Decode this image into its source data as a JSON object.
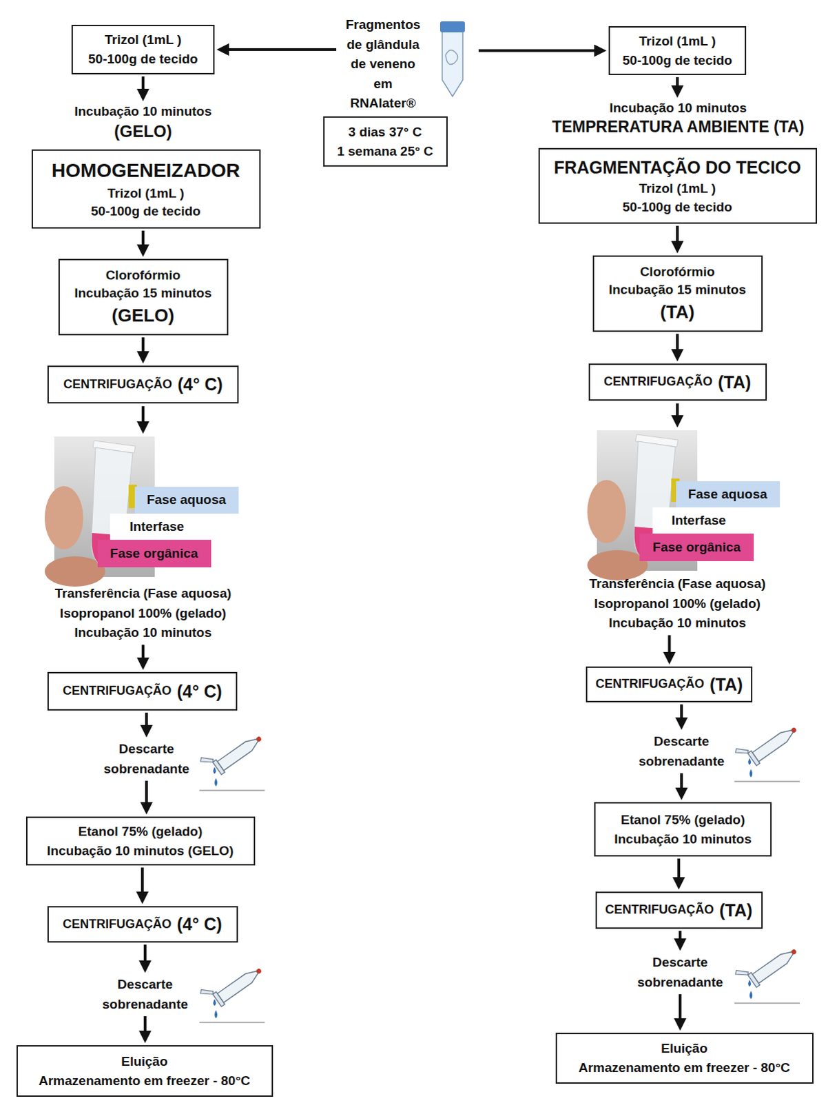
{
  "diagram": {
    "nodes": [
      {
        "text": [
          "Fragmentos de glândula de veneno em RNAlater®"
        ]
      },
      {
        "text": [
          "3 dias 37° C",
          "1 semana 25° C"
        ]
      },
      {
        "text": [
          "Trizol (1mL )",
          "50-100g de tecido"
        ]
      },
      {
        "text": [
          "Incubação 10 minutos",
          "(GELO)"
        ]
      },
      {
        "text": [
          "HOMOGENEIZADOR",
          "Trizol (1mL )",
          "50-100g de tecido"
        ]
      },
      {
        "text": [
          "Clorofórmio",
          "Incubação 15 minutos",
          "(GELO)"
        ]
      },
      {
        "text": [
          "CENTRIFUGAÇÃO",
          "(4° C)"
        ]
      },
      {
        "text": [
          "Fase aquosa"
        ]
      },
      {
        "text": [
          "Interfase"
        ]
      },
      {
        "text": [
          "Fase orgânica"
        ]
      },
      {
        "text": [
          "Transferência (Fase aquosa)",
          "Isopropanol 100% (gelado)",
          "Incubação 10 minutos"
        ]
      },
      {
        "text": [
          "CENTRIFUGAÇÃO",
          "(4° C)"
        ]
      },
      {
        "text": [
          "Descarte sobrenadante"
        ]
      },
      {
        "text": [
          "Etanol 75% (gelado)",
          "Incubação 10 minutos (GELO)"
        ]
      },
      {
        "text": [
          "CENTRIFUGAÇÃO",
          "(4° C)"
        ]
      },
      {
        "text": [
          "Descarte sobrenadante"
        ]
      },
      {
        "text": [
          "Eluição",
          "Armazenamento em freezer - 80°C"
        ]
      },
      {
        "text": [
          "Trizol (1mL )",
          "50-100g de tecido"
        ]
      },
      {
        "text": [
          "Incubação 10 minutos",
          "TEMPRERATURA AMBIENTE (TA)"
        ]
      },
      {
        "text": [
          "FRAGMENTAÇÃO DO TECICO",
          "Trizol (1mL )",
          "50-100g de tecido"
        ]
      },
      {
        "text": [
          "Clorofórmio",
          "Incubação 15 minutos",
          "(TA)"
        ]
      },
      {
        "text": [
          "CENTRIFUGAÇÃO",
          "(TA)"
        ]
      },
      {
        "text": [
          "Fase aquosa"
        ]
      },
      {
        "text": [
          "Interfase"
        ]
      },
      {
        "text": [
          "Fase orgânica"
        ]
      },
      {
        "text": [
          "Transferência (Fase aquosa)",
          "Isopropanol 100% (gelado)",
          "Incubação 10 minutos"
        ]
      },
      {
        "text": [
          "CENTRIFUGAÇÃO",
          "(TA)"
        ]
      },
      {
        "text": [
          "Descarte sobrenadante"
        ]
      },
      {
        "text": [
          "Etanol 75% (gelado)",
          "Incubação 10 minutos"
        ]
      },
      {
        "text": [
          "CENTRIFUGAÇÃO",
          "(TA)"
        ]
      },
      {
        "text": [
          "Descarte sobrenadante"
        ]
      },
      {
        "text": [
          "Eluição",
          "Armazenamento em freezer - 80°C"
        ]
      }
    ],
    "edges": [
      {
        "from": 0,
        "to": 2,
        "arrow": "to"
      },
      {
        "from": 0,
        "to": 17,
        "arrow": "to"
      },
      {
        "from": 2,
        "to": 3,
        "arrow": "to"
      },
      {
        "from": 4,
        "to": 5,
        "arrow": "to"
      },
      {
        "from": 5,
        "to": 6,
        "arrow": "to"
      },
      {
        "from": 10,
        "to": 11,
        "arrow": "to"
      },
      {
        "from": 11,
        "to": 12,
        "arrow": "to"
      },
      {
        "from": 12,
        "to": 13,
        "arrow": "to"
      },
      {
        "from": 13,
        "to": 14,
        "arrow": "to"
      },
      {
        "from": 14,
        "to": 15,
        "arrow": "to"
      },
      {
        "from": 15,
        "to": 16,
        "arrow": "to"
      },
      {
        "from": 17,
        "to": 18,
        "arrow": "to"
      },
      {
        "from": 19,
        "to": 20,
        "arrow": "to"
      },
      {
        "from": 20,
        "to": 21,
        "arrow": "to"
      },
      {
        "from": 25,
        "to": 26,
        "arrow": "to"
      },
      {
        "from": 26,
        "to": 27,
        "arrow": "to"
      },
      {
        "from": 27,
        "to": 28,
        "arrow": "to"
      },
      {
        "from": 28,
        "to": 29,
        "arrow": "to"
      },
      {
        "from": 29,
        "to": 30,
        "arrow": "to"
      },
      {
        "from": 30,
        "to": 31,
        "arrow": "to"
      }
    ]
  }
}
